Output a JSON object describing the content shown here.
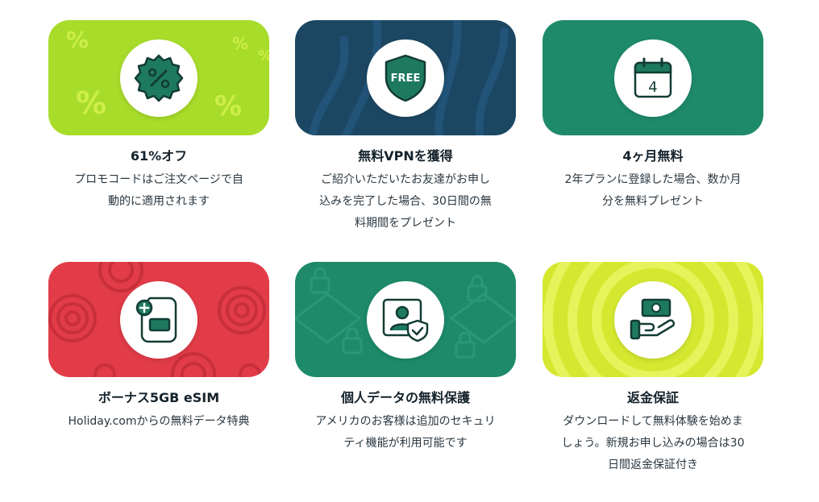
{
  "features": [
    {
      "title": "61%オフ",
      "desc_lines": [
        "プロモコードはご注文ページで自",
        "動的に適用されます"
      ],
      "color": "#a8dc2a",
      "icon": "percent-badge-icon"
    },
    {
      "title": "無料VPNを獲得",
      "desc_lines": [
        "ご紹介いただいたお友達がお申し",
        "込みを完了した場合、30日間の無",
        "料期間をプレゼント"
      ],
      "color": "#1c4763",
      "icon": "free-shield-icon",
      "badge_text": "FREE"
    },
    {
      "title": "4ヶ月無料",
      "desc_lines": [
        "2年プランに登録した場合、数か月",
        "分を無料プレゼント"
      ],
      "color": "#1e8a6a",
      "icon": "calendar-icon",
      "calendar_number": "4"
    },
    {
      "title": "ボーナス5GB eSIM",
      "desc_lines": [
        "Holiday.comからの無料データ特典"
      ],
      "color": "#e13c48",
      "icon": "esim-card-icon"
    },
    {
      "title": "個人データの無料保護",
      "desc_lines": [
        "アメリカのお客様は追加のセキュリ",
        "ティ機能が利用可能です"
      ],
      "color": "#1e8a6a",
      "icon": "identity-protection-icon"
    },
    {
      "title": "返金保証",
      "desc_lines": [
        "ダウンロードして無料体験を始めま",
        "しょう。新規お申し込みの場合は30",
        "日間返金保証付き"
      ],
      "color": "#d4e82f",
      "icon": "money-back-hand-icon"
    }
  ]
}
